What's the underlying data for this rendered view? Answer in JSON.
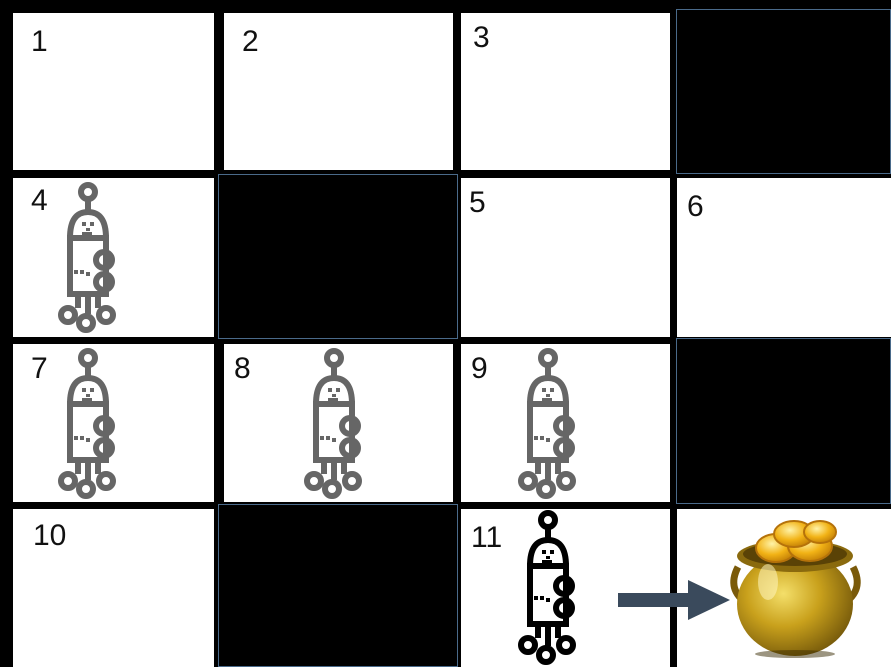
{
  "grid": {
    "cells": [
      {
        "id": "c1",
        "label": "1",
        "blocked": false
      },
      {
        "id": "c2",
        "label": "2",
        "blocked": false
      },
      {
        "id": "c3",
        "label": "3",
        "blocked": false
      },
      {
        "id": "c4",
        "label": "",
        "blocked": true
      },
      {
        "id": "c5",
        "label": "4",
        "blocked": false
      },
      {
        "id": "c6",
        "label": "",
        "blocked": true
      },
      {
        "id": "c7",
        "label": "5",
        "blocked": false
      },
      {
        "id": "c8",
        "label": "6",
        "blocked": false
      },
      {
        "id": "c9",
        "label": "7",
        "blocked": false
      },
      {
        "id": "c10",
        "label": "8",
        "blocked": false
      },
      {
        "id": "c11",
        "label": "9",
        "blocked": false
      },
      {
        "id": "c12",
        "label": "",
        "blocked": true
      },
      {
        "id": "c13",
        "label": "10",
        "blocked": false
      },
      {
        "id": "c14",
        "label": "",
        "blocked": true
      },
      {
        "id": "c15",
        "label": "11",
        "blocked": false
      },
      {
        "id": "c16",
        "label": "",
        "blocked": false
      }
    ]
  },
  "robots": [
    {
      "state": "past",
      "color": "#666666"
    },
    {
      "state": "past",
      "color": "#666666"
    },
    {
      "state": "past",
      "color": "#666666"
    },
    {
      "state": "past",
      "color": "#666666"
    },
    {
      "state": "current",
      "color": "#000000"
    }
  ],
  "arrow": {
    "color": "#3a4a5c",
    "icon": "right-arrow-icon"
  },
  "goal": {
    "icon": "pot-of-gold-icon",
    "colors": {
      "gold": "#e6b422",
      "pot": "#b08a14"
    }
  }
}
